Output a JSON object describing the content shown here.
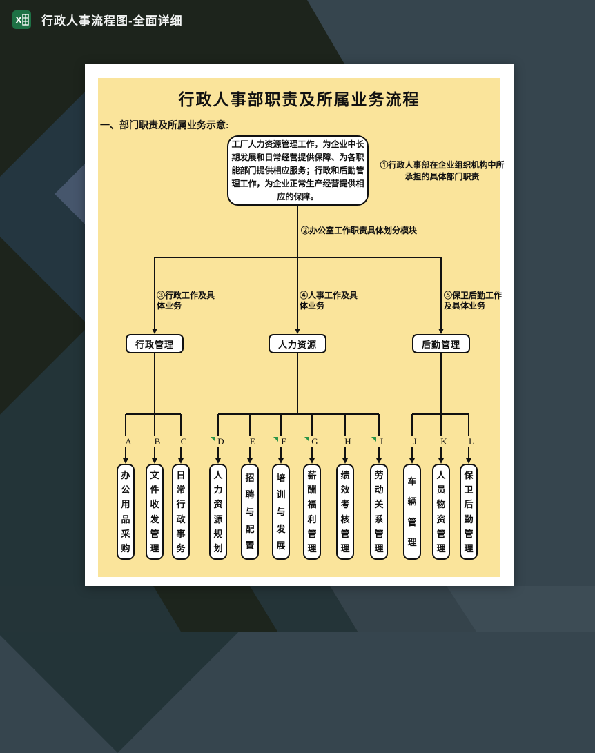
{
  "header": {
    "title": "行政人事流程图-全面详细",
    "icon": "excel-icon"
  },
  "page": {
    "title": "行政人事部职责及所属业务流程",
    "section_label": "一、部门职责及所属业务示意:",
    "root_box": "工厂人力资源管理工作，为企业中长期发展和日常经营提供保障、为各职能部门提供相应服务；行政和后勤管理工作，为企业正常生产经营提供相应的保障。",
    "note1": "①行政人事部在企业组织机构中所承担的具体部门职责",
    "note2": "②办公室工作职责具体划分模块",
    "groups": [
      {
        "branch_label": "③行政工作及具体业务",
        "mid_box": "行政管理",
        "items": [
          {
            "letter": "A",
            "text": "办公用品采购",
            "flag": false
          },
          {
            "letter": "B",
            "text": "文件收发管理",
            "flag": false
          },
          {
            "letter": "C",
            "text": "日常行政事务",
            "flag": false
          }
        ]
      },
      {
        "branch_label": "④人事工作及具体业务",
        "mid_box": "人力资源",
        "items": [
          {
            "letter": "D",
            "text": "人力资源规划",
            "flag": true
          },
          {
            "letter": "E",
            "text": "招聘与配置",
            "flag": false
          },
          {
            "letter": "F",
            "text": "培训与发展",
            "flag": true
          },
          {
            "letter": "G",
            "text": "薪酬福利管理",
            "flag": true
          },
          {
            "letter": "H",
            "text": "绩效考核管理",
            "flag": false
          },
          {
            "letter": "I",
            "text": "劳动关系管理",
            "flag": true
          }
        ]
      },
      {
        "branch_label": "⑤保卫后勤工作及具体业务",
        "mid_box": "后勤管理",
        "items": [
          {
            "letter": "J",
            "text": "车辆管理",
            "flag": false
          },
          {
            "letter": "K",
            "text": "人员物资管理",
            "flag": false
          },
          {
            "letter": "L",
            "text": "保卫后勤管理",
            "flag": false
          }
        ]
      }
    ]
  },
  "colors": {
    "paper": "#FAE49B",
    "ink": "#111111",
    "excel_green": "#1E7145",
    "flag_green": "#2B9348",
    "bg_slate": "#36454e",
    "bg_dark": "#1d241c",
    "bg_teal": "#243640",
    "bg_light_diamond": "#46566c"
  }
}
